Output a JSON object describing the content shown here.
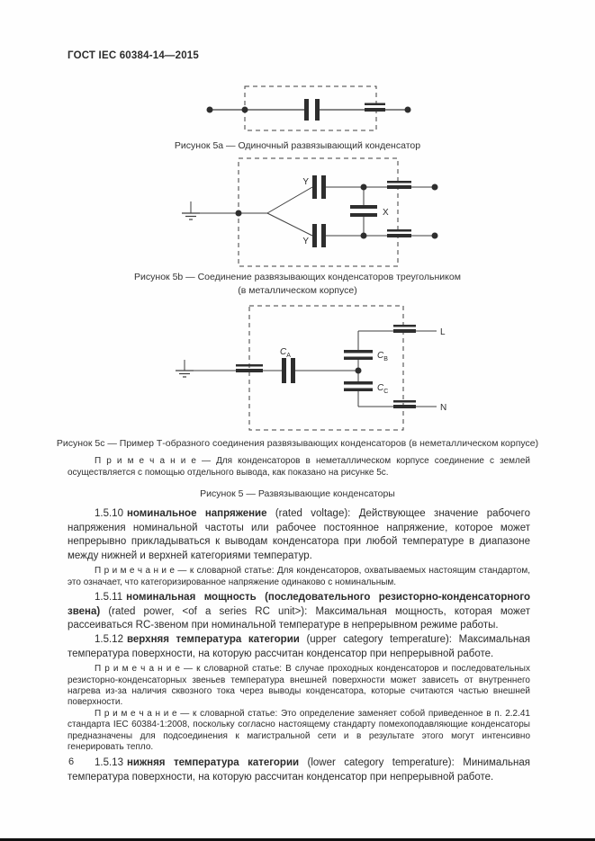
{
  "page": {
    "header": "ГОСТ IEC 60384-14—2015",
    "page_number": "6"
  },
  "figures": {
    "fig5a": {
      "caption": "Рисунок 5a — Одиночный развязывающий конденсатор"
    },
    "fig5b": {
      "caption_line1": "Рисунок 5b — Соединение развязывающих конденсаторов треугольником",
      "caption_line2": "(в металлическом корпусе)",
      "labels": {
        "y_top": "Y",
        "y_bottom": "Y",
        "x": "X"
      }
    },
    "fig5c": {
      "caption": "Рисунок 5c — Пример Т-образного соединения развязывающих конденсаторов  (в неметаллическом корпусе)",
      "labels": {
        "ca_main": "C",
        "ca_sub": "A",
        "cb_main": "C",
        "cb_sub": "B",
        "cc_main": "C",
        "cc_sub": "C",
        "l": "L",
        "n": "N"
      }
    },
    "note_after_5c": {
      "label": "П р и м е ч а н и е",
      "text": " — Для конденсаторов в неметаллическом корпусе соединение с землей осуществляется с помощью отдельного вывода, как показано на рисунке 5c."
    },
    "fig5_caption": "Рисунок 5 — Развязывающие конденсаторы"
  },
  "body": [
    {
      "number": "1.5.10",
      "term": "номинальное напряжение",
      "text": " (rated voltage): Действующее значение рабочего напряжения номинальной частоты или рабочее постоянное напряжение, которое может непрерывно прикладываться к выводам конденсатора при любой температуре в диапазоне между нижней и верхней категориями температур."
    },
    {
      "label": "П р и м е ч а н и е",
      "text": " — к словарной статье: Для конденсаторов, охватываемых настоящим стандартом, это означает, что категоризированное напряжение одинаково с номинальным."
    },
    {
      "number": "1.5.11",
      "term": "номинальная мощность (последовательного резисторно-конденсаторного звена)",
      "text": " (rated power, <of a series RC unit>): Максимальная мощность, которая может рассеиваться RC-звеном при номинальной температуре в непрерывном режиме работы."
    },
    {
      "number": "1.5.12",
      "term": "верхняя температура категории",
      "text": " (upper category temperature): Максимальная температура поверхности, на которую рассчитан конденсатор при непрерывной работе."
    },
    {
      "label": "П р и м е ч а н и е",
      "text": " — к словарной статье: В случае проходных конденсаторов и последовательных резисторно-конденсаторных звеньев температура внешней поверхности может зависеть от внутреннего нагрева из-за наличия сквозного тока через выводы конденсатора, которые считаются частью внешней поверхности."
    },
    {
      "label": "П р и м е ч а н и е",
      "text": " — к словарной статье: Это определение заменяет собой приведенное в п. 2.2.41 стандарта IEC 60384-1:2008, поскольку согласно настоящему стандарту помехоподавляющие конденсаторы предназначены для подсоединения к магистральной сети и в результате этого могут интенсивно генерировать тепло."
    },
    {
      "number": "1.5.13",
      "term": "нижняя температура категории",
      "text": " (lower category temperature): Минимальная температура поверхности, на которую рассчитан конденсатор при непрерывной работе."
    }
  ]
}
